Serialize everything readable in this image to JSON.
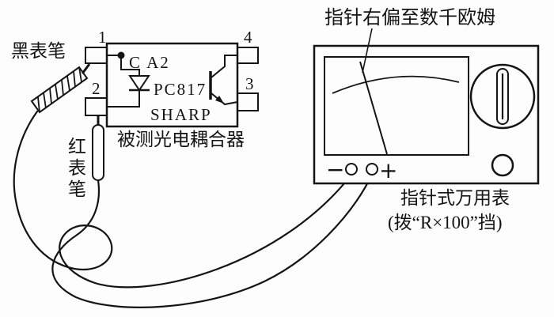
{
  "colors": {
    "ink": "#141414",
    "background": "#fdfdfd"
  },
  "probes": {
    "black_label": "黑表笔",
    "red_label_chars": [
      "红",
      "表",
      "笔"
    ]
  },
  "optocoupler": {
    "pin1": "1",
    "pin2": "2",
    "pin3": "3",
    "pin4": "4",
    "marking": "C A2",
    "part_number": "PC817",
    "brand": "SHARP",
    "caption": "被测光电耦合器"
  },
  "multimeter": {
    "annotation": "指针右偏至数千欧姆",
    "name": "指针式万用表",
    "range_note": "(拨“R×100”挡)",
    "terminal_minus": "−",
    "terminal_plus": "+"
  }
}
